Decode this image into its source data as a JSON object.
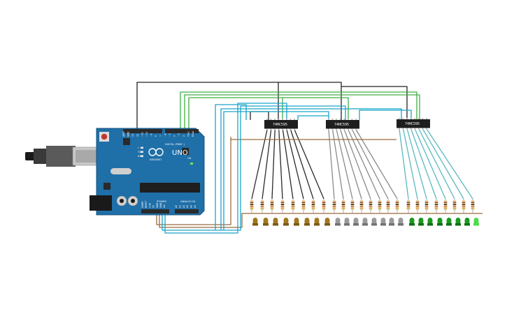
{
  "board": {
    "brand": "UNO",
    "logo_text": "ARDUINO",
    "digital_header_label": "DIGITAL (PWM~)",
    "power_label": "POWER",
    "analog_label": "ANALOG IN",
    "indicator_labels": [
      "L",
      "TX",
      "RX"
    ],
    "power_pin_labels": [
      "IOREF",
      "RESET",
      "3.3V",
      "5V",
      "GND",
      "GND",
      "Vin"
    ],
    "analog_pin_labels": [
      "A0",
      "A1",
      "A2",
      "A3",
      "A4",
      "A5"
    ],
    "digital_pin_labels": [
      "AREF",
      "GND",
      "13",
      "12",
      "~11",
      "~10",
      "~9",
      "8",
      "7",
      "~6",
      "~5",
      "4",
      "~3",
      "2",
      "TX▸1",
      "RX◂0"
    ],
    "on_label": "ON"
  },
  "chips": [
    {
      "label": "74HC595",
      "led_color": "#a07820",
      "led_color_dark": "#7a5a12",
      "wire_color": "#2a2a2a"
    },
    {
      "label": "74HC595",
      "led_color": "#9a9a9a",
      "led_color_dark": "#727272",
      "wire_color": "#8a8a8a"
    },
    {
      "label": "74HC595",
      "led_color": "#1a9a20",
      "led_color_dark": "#0f6e14",
      "wire_color": "#5ab8c0"
    }
  ],
  "colors": {
    "board": "#1f6fa8",
    "board_dark": "#165a8c",
    "header": "#2a2a2a",
    "resistor": "#e8c89a",
    "wire_black": "#222222",
    "wire_green": "#3cb043",
    "wire_cyan": "#1aa3c9",
    "wire_brown": "#9b6a3c",
    "last_led": "#4ddc4a"
  }
}
